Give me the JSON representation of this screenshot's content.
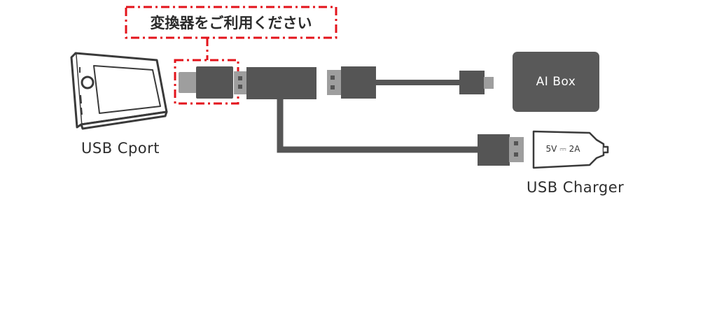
{
  "callout": {
    "text": "変換器をご利用ください",
    "highlight_color": "#e3131b"
  },
  "labels": {
    "head_unit": "USB Cport",
    "charger": "USB Charger",
    "ai_box": "AI Box",
    "charger_rating": "5V ⎓ 2A"
  },
  "colors": {
    "connector_dark": "#555555",
    "connector_light": "#9e9e9e",
    "cable": "#555555",
    "box_fill": "#595959",
    "outline": "#3a3a3a"
  }
}
